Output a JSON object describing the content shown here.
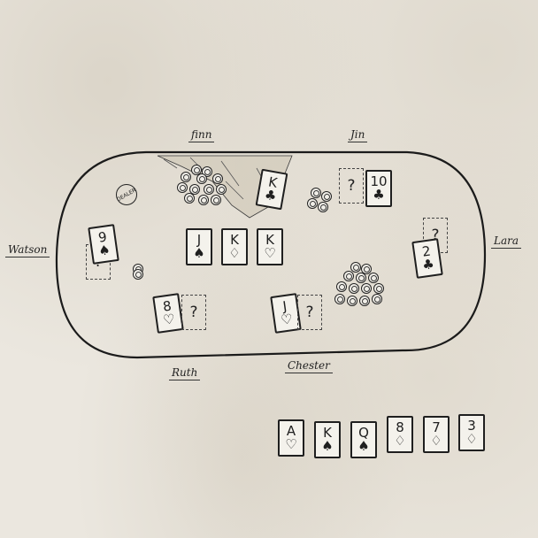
{
  "players": {
    "finn": "finn",
    "jin": "Jin",
    "watson": "Watson",
    "lara": "Lara",
    "ruth": "Ruth",
    "chester": "Chester"
  },
  "dealer_button": "DEALER",
  "community_cards": [
    {
      "rank": "J",
      "suit": "♠"
    },
    {
      "rank": "K",
      "suit": "♢"
    },
    {
      "rank": "K",
      "suit": "♡"
    }
  ],
  "hands": {
    "finn": {
      "card": {
        "rank": "K",
        "suit": "♣"
      }
    },
    "jin": {
      "card": {
        "rank": "10",
        "suit": "♣"
      },
      "hidden": "?"
    },
    "watson": {
      "card": {
        "rank": "9",
        "suit": "♠"
      },
      "hidden": "?"
    },
    "lara": {
      "card": {
        "rank": "2",
        "suit": "♣"
      },
      "hidden": "?"
    },
    "ruth": {
      "card": {
        "rank": "8",
        "suit": "♡"
      },
      "hidden": "?"
    },
    "chester": {
      "card": {
        "rank": "J",
        "suit": "♡"
      },
      "hidden": "?"
    }
  },
  "legend_cards": [
    {
      "rank": "A",
      "suit": "♡"
    },
    {
      "rank": "K",
      "suit": "♠"
    },
    {
      "rank": "Q",
      "suit": "♠"
    },
    {
      "rank": "8",
      "suit": "♢"
    },
    {
      "rank": "7",
      "suit": "♢"
    },
    {
      "rank": "3",
      "suit": "♢"
    }
  ]
}
